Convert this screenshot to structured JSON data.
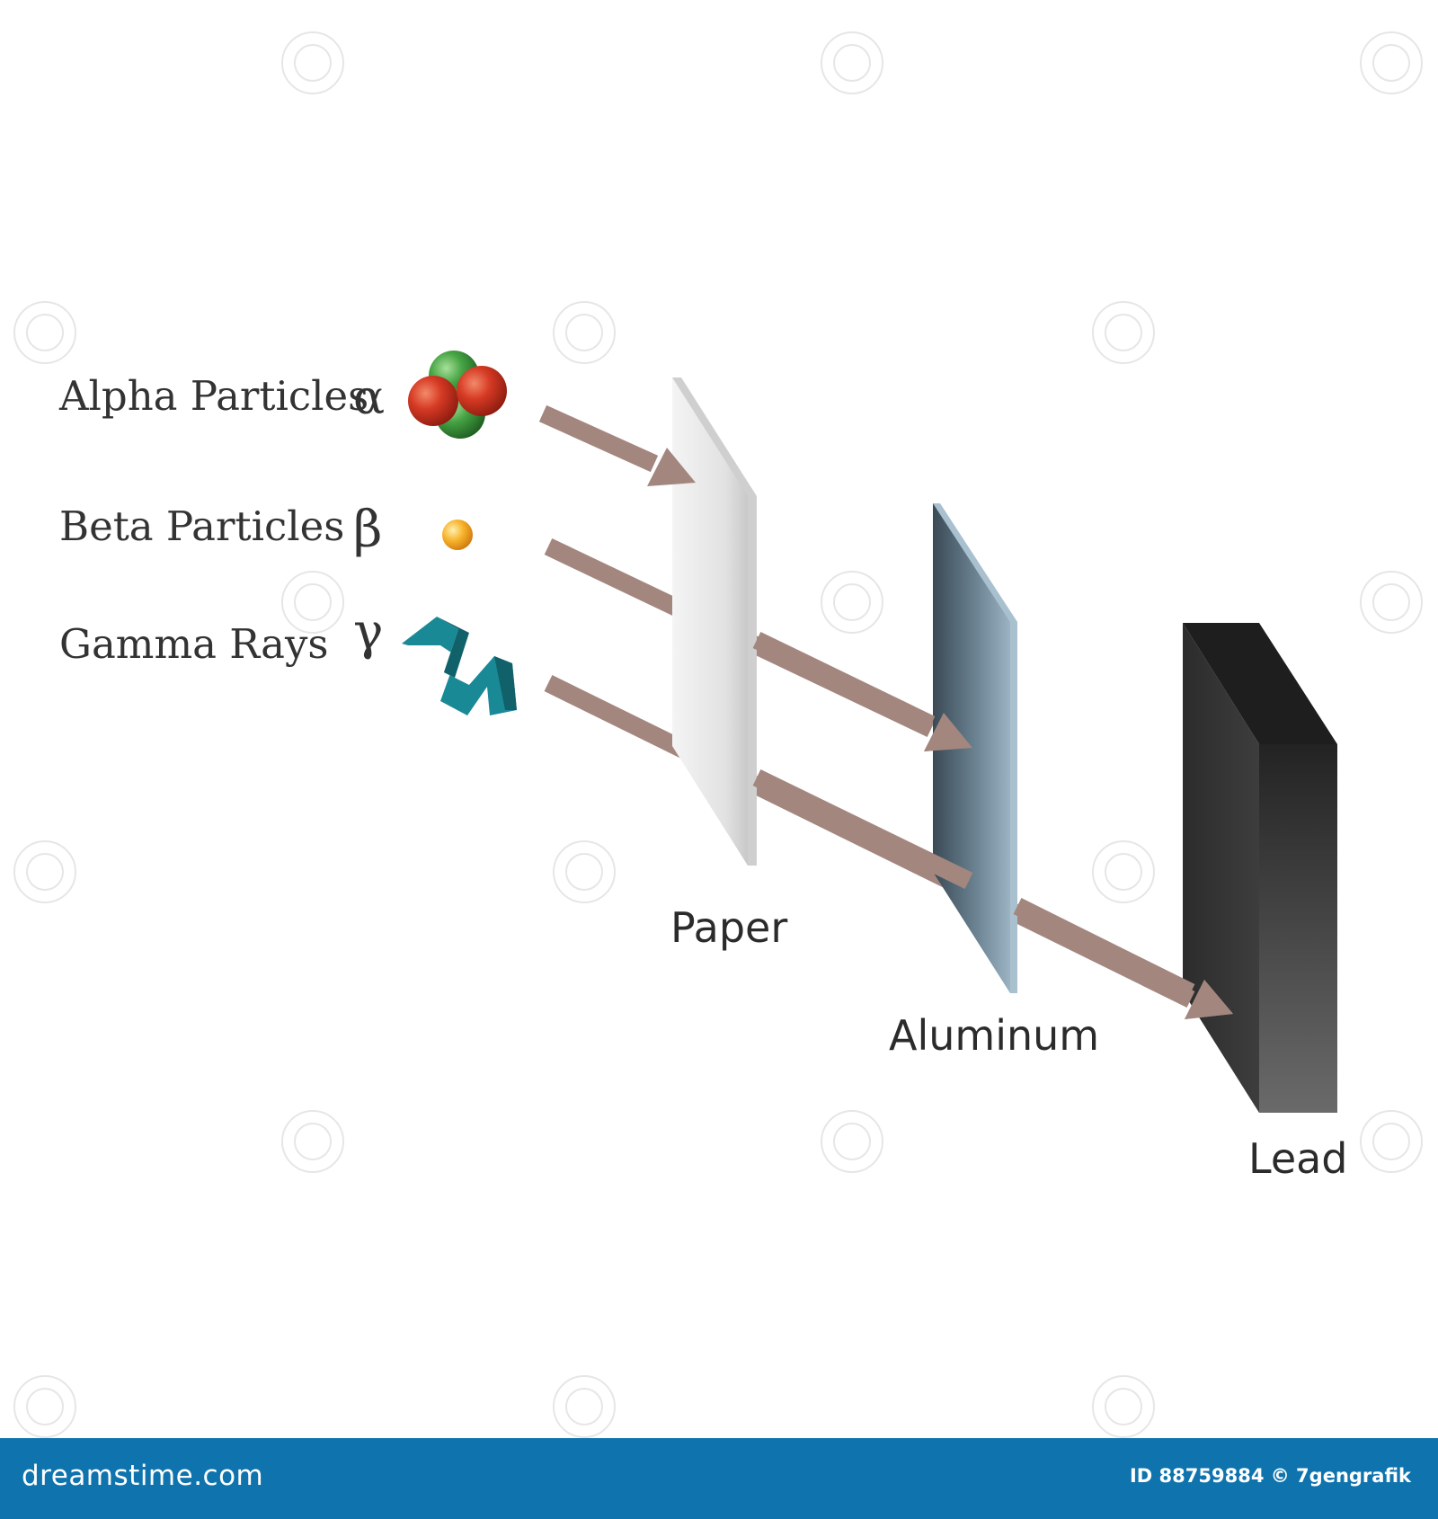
{
  "particles": {
    "alpha": {
      "label": "Alpha Particles",
      "symbol": "α"
    },
    "beta": {
      "label": "Beta Particles",
      "symbol": "β"
    },
    "gamma": {
      "label": "Gamma Rays",
      "symbol": "γ"
    }
  },
  "barriers": {
    "paper": "Paper",
    "aluminum": "Aluminum",
    "lead": "Lead"
  },
  "footer": {
    "logo": "dreamstime.com",
    "credit": "ID 88759884 © 7gengrafik"
  },
  "colors": {
    "arrow": "#a3877f",
    "alpha_red": "#c92f1f",
    "alpha_green": "#3e9a3e",
    "beta": "#f2a420",
    "gamma": "#1a8996",
    "footer_bg": "#0f74ad"
  }
}
